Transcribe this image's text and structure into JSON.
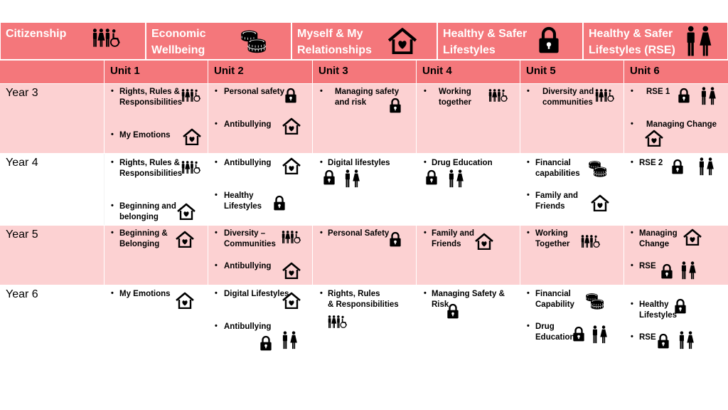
{
  "key": [
    {
      "label": "Citizenship",
      "icon": "people-group-icon"
    },
    {
      "label": "Economic\nWellbeing",
      "icon": "coins-icon"
    },
    {
      "label": "Myself & My\nRelationships",
      "icon": "house-heart-icon"
    },
    {
      "label": "Healthy & Safer\nLifestyles",
      "icon": "padlock-icon"
    },
    {
      "label": "Healthy & Safer\nLifestyles (RSE)",
      "icon": "man-woman-icon"
    }
  ],
  "units": [
    "Unit 1",
    "Unit 2",
    "Unit 3",
    "Unit 4",
    "Unit 5",
    "Unit 6"
  ],
  "years": [
    "Year 3",
    "Year 4",
    "Year 5",
    "Year 6"
  ],
  "bullet": "•",
  "cells": {
    "y3": {
      "u1a": "Rights, Rules &\nResponsibilities",
      "u1b": "My Emotions",
      "u2a": "Personal safety",
      "u2b": "Antibullying",
      "u3a": "Managing safety\nand risk",
      "u4a": "Working\ntogether",
      "u5a": "Diversity and\ncommunities",
      "u6a": "RSE 1",
      "u6b": "Managing Change"
    },
    "y4": {
      "u1a": "Rights, Rules &\nResponsibilities",
      "u1b": "Beginning and\nbelonging",
      "u2a": "Antibullying",
      "u2b": "Healthy\nLifestyles",
      "u3a": "Digital lifestyles",
      "u4a": "Drug Education",
      "u5a": "Financial\ncapabilities",
      "u5b": "Family and\nFriends",
      "u6a": "RSE 2"
    },
    "y5": {
      "u1a": "Beginning &\nBelonging",
      "u2a": "Diversity –\nCommunities",
      "u2b": "Antibullying",
      "u3a": "Personal Safety",
      "u4a": "Family and\nFriends",
      "u5a": "Working\nTogether",
      "u6a": "Managing\nChange",
      "u6b": "RSE"
    },
    "y6": {
      "u1a": "My Emotions",
      "u2a": "Digital Lifestyles",
      "u2b": "Antibullying",
      "u3a": "Rights, Rules\n& Responsibilities",
      "u4a": "Managing Safety &\nRisk",
      "u5a": "Financial\nCapability",
      "u5b": "Drug\nEducation",
      "u6a": "Healthy\nLifestyles",
      "u6b": "RSE"
    }
  },
  "colors": {
    "header": "#f4777b",
    "row_pink": "#fcd1d2",
    "header_text": "#ffffff"
  }
}
